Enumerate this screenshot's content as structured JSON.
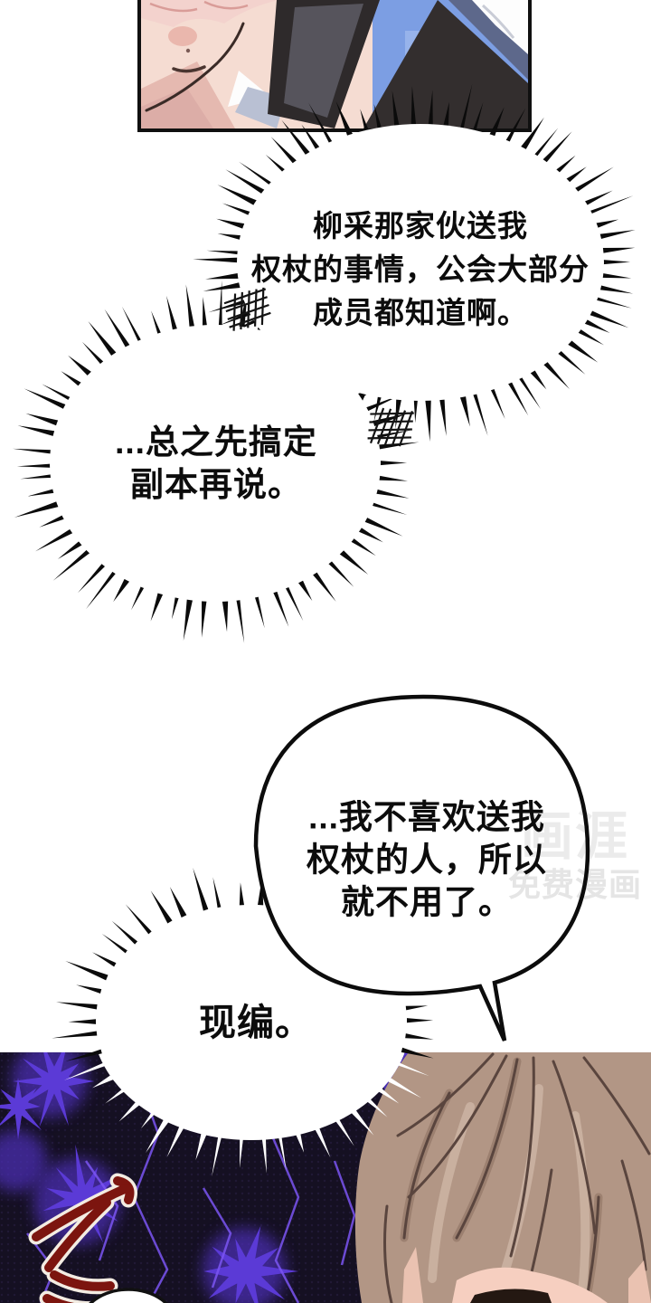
{
  "bubbles": {
    "bubble1": {
      "lines": [
        "柳采那家伙送我",
        "权杖的事情，公会大部分",
        "成员都知道啊。"
      ]
    },
    "bubble2": {
      "lines": [
        "...总之先搞定",
        "副本再说。"
      ]
    },
    "bubble3": {
      "lines": [
        "...我不喜欢送我",
        "权杖的人，所以",
        "就不用了。"
      ]
    },
    "bubble4": {
      "lines": [
        "现编。"
      ]
    },
    "text_color": "#0c0c0c"
  },
  "watermark": {
    "logo": "画涯",
    "tagline": "免费漫画"
  },
  "colors": {
    "page_bg": "#ffffff",
    "bottom_panel_bg": "#151022",
    "energy_purple": "#5b3ad6",
    "lightning_purple": "#7b55f2",
    "sfx_red": "#7c150f",
    "sfx_outline": "#f3ece2",
    "hair_tan": "#b29685",
    "hair_line": "#5a453e",
    "skin": "#f6cfc0",
    "top_skin": "#f5dcd2",
    "hair_pink": "#f3d2cd",
    "sky_blue": "#7c9ee3",
    "jacket_dark": "#2e2a2b"
  }
}
